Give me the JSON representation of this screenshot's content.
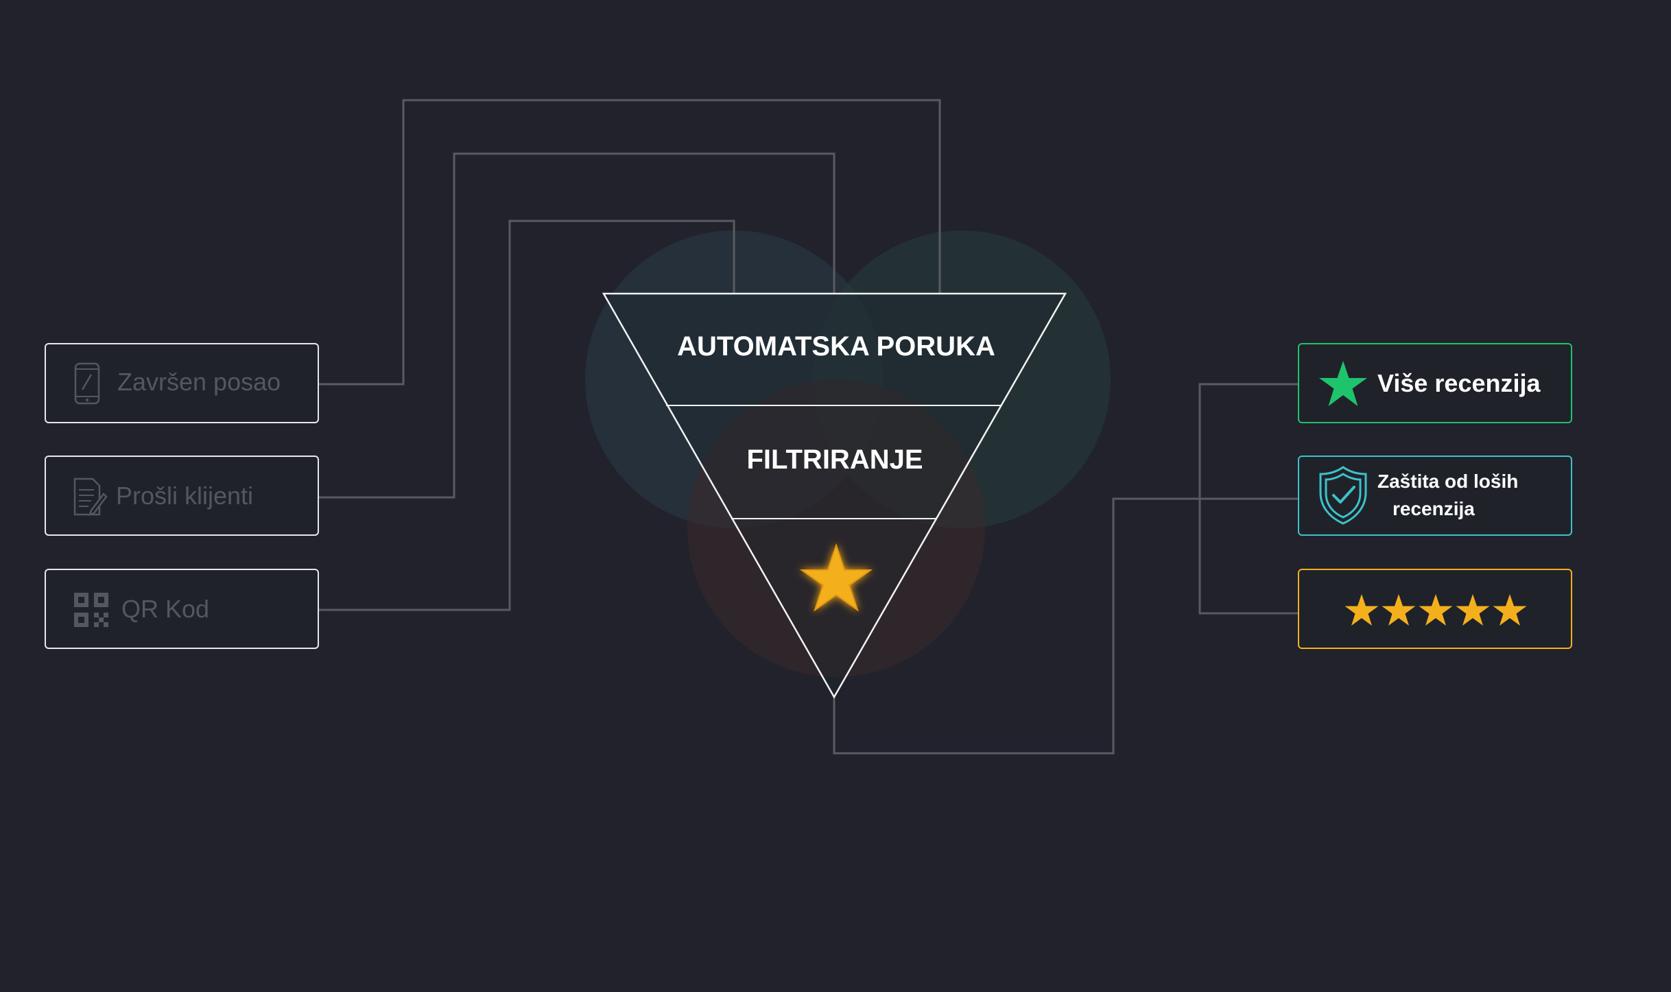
{
  "funnel": {
    "stage_1": "AUTOMATSKA PORUKA",
    "stage_2": "FILTRIRANJE"
  },
  "sources": [
    {
      "label": "Završen posao",
      "icon": "smartphone-icon"
    },
    {
      "label": "Prošli klijenti",
      "icon": "document-edit-icon"
    },
    {
      "label": "QR Kod",
      "icon": "qr-code-icon"
    }
  ],
  "outcomes": [
    {
      "label": "Više recenzija",
      "icon": "star-icon",
      "color": "#1ec46c"
    },
    {
      "label_line1": "Zaštita od loših",
      "label_line2": "recenzija",
      "icon": "shield-check-icon",
      "color": "#3cc3c9"
    },
    {
      "stars": 5,
      "icon": "five-stars-icon",
      "color": "#f4b01c"
    }
  ],
  "colors": {
    "background": "#21222c",
    "wire": "#5a5b61",
    "star": "#f4b01c",
    "green": "#1ec46c",
    "teal": "#3cc3c9"
  }
}
